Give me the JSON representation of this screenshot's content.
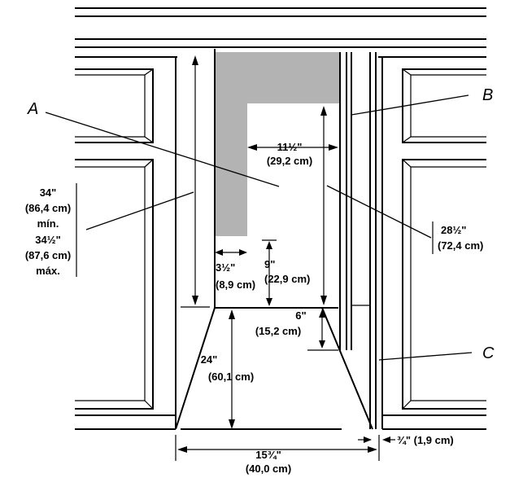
{
  "callouts": {
    "a": "A",
    "b": "B",
    "c": "C"
  },
  "dimensions": {
    "height_min_in": "34\"",
    "height_min_cm": "(86,4 cm)",
    "height_min_word": "mín.",
    "height_max_in": "34½\"",
    "height_max_cm": "(87,6 cm)",
    "height_max_word": "máx.",
    "width_upper_in": "11½\"",
    "width_upper_cm": "(29,2 cm)",
    "height_right_in": "28½\"",
    "height_right_cm": "(72,4 cm)",
    "offset_side_in": "3½\"",
    "offset_side_cm": "(8,9 cm)",
    "offset_top_in": "9\"",
    "offset_top_cm": "(22,9 cm)",
    "floor_to_shade_in": "6\"",
    "floor_to_shade_cm": "(15,2 cm)",
    "depth_in": "24\"",
    "depth_cm": "(60,1 cm)",
    "width_bottom_in": "15¾\"",
    "width_bottom_cm": "(40,0 cm)",
    "gap_in_cm": "¾\" (1,9 cm)"
  },
  "colors": {
    "shaded_area": "#b3b3b3",
    "line": "#000000"
  }
}
